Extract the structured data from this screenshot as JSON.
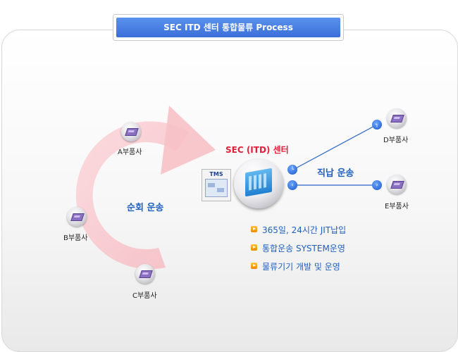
{
  "title": "SEC ITD 센터 통합물류 Process",
  "center": {
    "label": "SEC (ITD) 센터",
    "system_box": "TMS"
  },
  "cycle": {
    "label": "순회 운송",
    "suppliers": [
      "A부품사",
      "B부품사",
      "C부품사"
    ]
  },
  "direct": {
    "label": "직납 운송",
    "suppliers": [
      "D부품사",
      "E부품사"
    ]
  },
  "features": [
    "365일, 24시간 JIT납입",
    "통합운송 SYSTEM운영",
    "물류기기 개발 및 운영"
  ],
  "colors": {
    "title_banner": "#3b6fd8",
    "center_label": "#e0203a",
    "accent_text": "#1e5fc0",
    "cycle_arrow": "#f7c3c8",
    "connector_line": "#2a63c8",
    "bullet": "#f0a010"
  },
  "icons": {
    "supplier": "chip-icon",
    "center": "building-icon",
    "system": "tms-monitor-icon",
    "bullet": "arrow-bullet-icon"
  }
}
